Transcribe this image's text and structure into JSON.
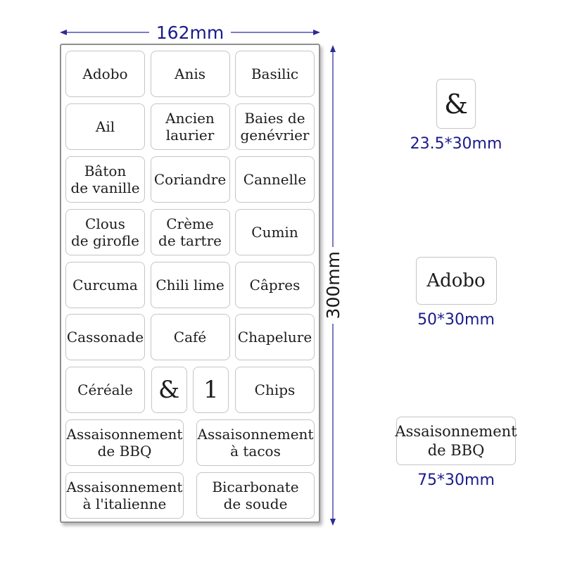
{
  "dimensions": {
    "sheet_width_label": "162mm",
    "sheet_height_label": "300mm"
  },
  "sheet": {
    "rows": [
      {
        "cells": [
          {
            "t": "Adobo"
          },
          {
            "t": "Anis"
          },
          {
            "t": "Basilic"
          }
        ]
      },
      {
        "cells": [
          {
            "t": "Ail"
          },
          {
            "t": "Ancien\nlaurier"
          },
          {
            "t": "Baies de\ngenévrier"
          }
        ]
      },
      {
        "cells": [
          {
            "t": "Bâton\nde vanille"
          },
          {
            "t": "Coriandre"
          },
          {
            "t": "Cannelle"
          }
        ]
      },
      {
        "cells": [
          {
            "t": "Clous\nde girofle"
          },
          {
            "t": "Crème\nde tartre"
          },
          {
            "t": "Cumin"
          }
        ]
      },
      {
        "cells": [
          {
            "t": "Curcuma"
          },
          {
            "t": "Chili lime"
          },
          {
            "t": "Câpres"
          }
        ]
      },
      {
        "cells": [
          {
            "t": "Cassonade"
          },
          {
            "t": "Café"
          },
          {
            "t": "Chapelure"
          }
        ]
      },
      {
        "cells": [
          {
            "t": "Céréale"
          },
          {
            "t": "&",
            "size": "small",
            "big": true
          },
          {
            "t": "1",
            "size": "small",
            "big": true
          },
          {
            "t": "Chips"
          }
        ]
      },
      {
        "cells": [
          {
            "t": "Assaisonnement\nde BBQ",
            "size": "wide"
          },
          {
            "t": "Assaisonnement\nà tacos",
            "size": "wide"
          }
        ]
      },
      {
        "cells": [
          {
            "t": "Assaisonnement\nà l'italienne",
            "size": "wide"
          },
          {
            "t": "Bicarbonate\nde soude",
            "size": "wide"
          }
        ]
      }
    ]
  },
  "examples": [
    {
      "label": "&",
      "size_label": "23.5*30mm"
    },
    {
      "label": "Adobo",
      "size_label": "50*30mm"
    },
    {
      "label": "Assaisonnement\nde BBQ",
      "size_label": "75*30mm"
    }
  ],
  "colors": {
    "dimension_text": "#1b1b8c",
    "dimension_line": "#7b7bc4",
    "arrowhead": "#2b2b96",
    "height_text": "#161616",
    "sheet_border": "#8f8f8f",
    "label_border": "#c5c5c5",
    "label_text": "#1c1c1c"
  }
}
